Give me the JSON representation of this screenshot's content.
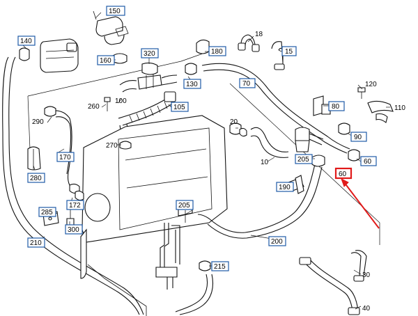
{
  "diagram": {
    "boxed_labels": {
      "l150": "150",
      "l140": "140",
      "l160": "160",
      "l320": "320",
      "l180": "180",
      "l15": "15",
      "l130": "130",
      "l70": "70",
      "l105": "105",
      "l80": "80",
      "l90": "90",
      "l60": "60",
      "l205a": "205",
      "l170": "170",
      "l280": "280",
      "l172": "172",
      "l285": "285",
      "l300": "300",
      "l190": "190",
      "l205b": "205",
      "l200": "200",
      "l210": "210",
      "l215": "215"
    },
    "highlighted_label": "60",
    "plain_labels": {
      "p18": "18",
      "p120": "120",
      "p110": "110",
      "p260": "260",
      "p100": "100",
      "p290": "290",
      "p20": "20",
      "p270": "270",
      "p10": "10",
      "p30": "30",
      "p40": "40"
    },
    "colors": {
      "label_box": "#1f5aa6",
      "highlight": "#e11a1a",
      "lines": "#111111"
    }
  }
}
